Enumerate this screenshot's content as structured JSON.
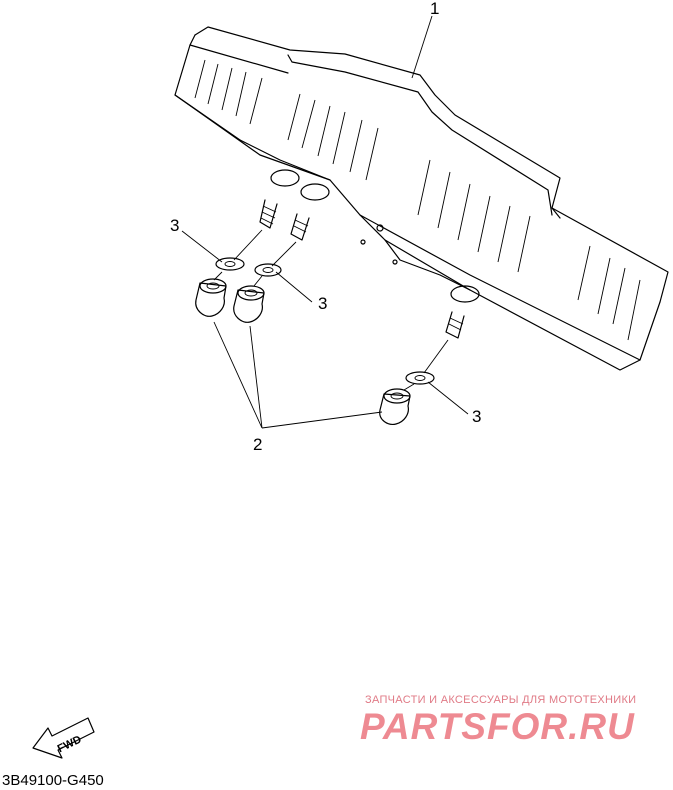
{
  "callouts": {
    "meter_assembly": "1",
    "cap_nut": "2",
    "washer_upper_left": "3",
    "washer_middle": "3",
    "washer_lower_right": "3"
  },
  "fwd_label": "FWD",
  "diagram_code": "3B49100-G450",
  "watermark": {
    "subtitle": "ЗАПЧАСТИ И АКСЕССУАРЫ ДЛЯ МОТОТЕХНИКИ",
    "brand": "PARTSFOR.RU"
  }
}
